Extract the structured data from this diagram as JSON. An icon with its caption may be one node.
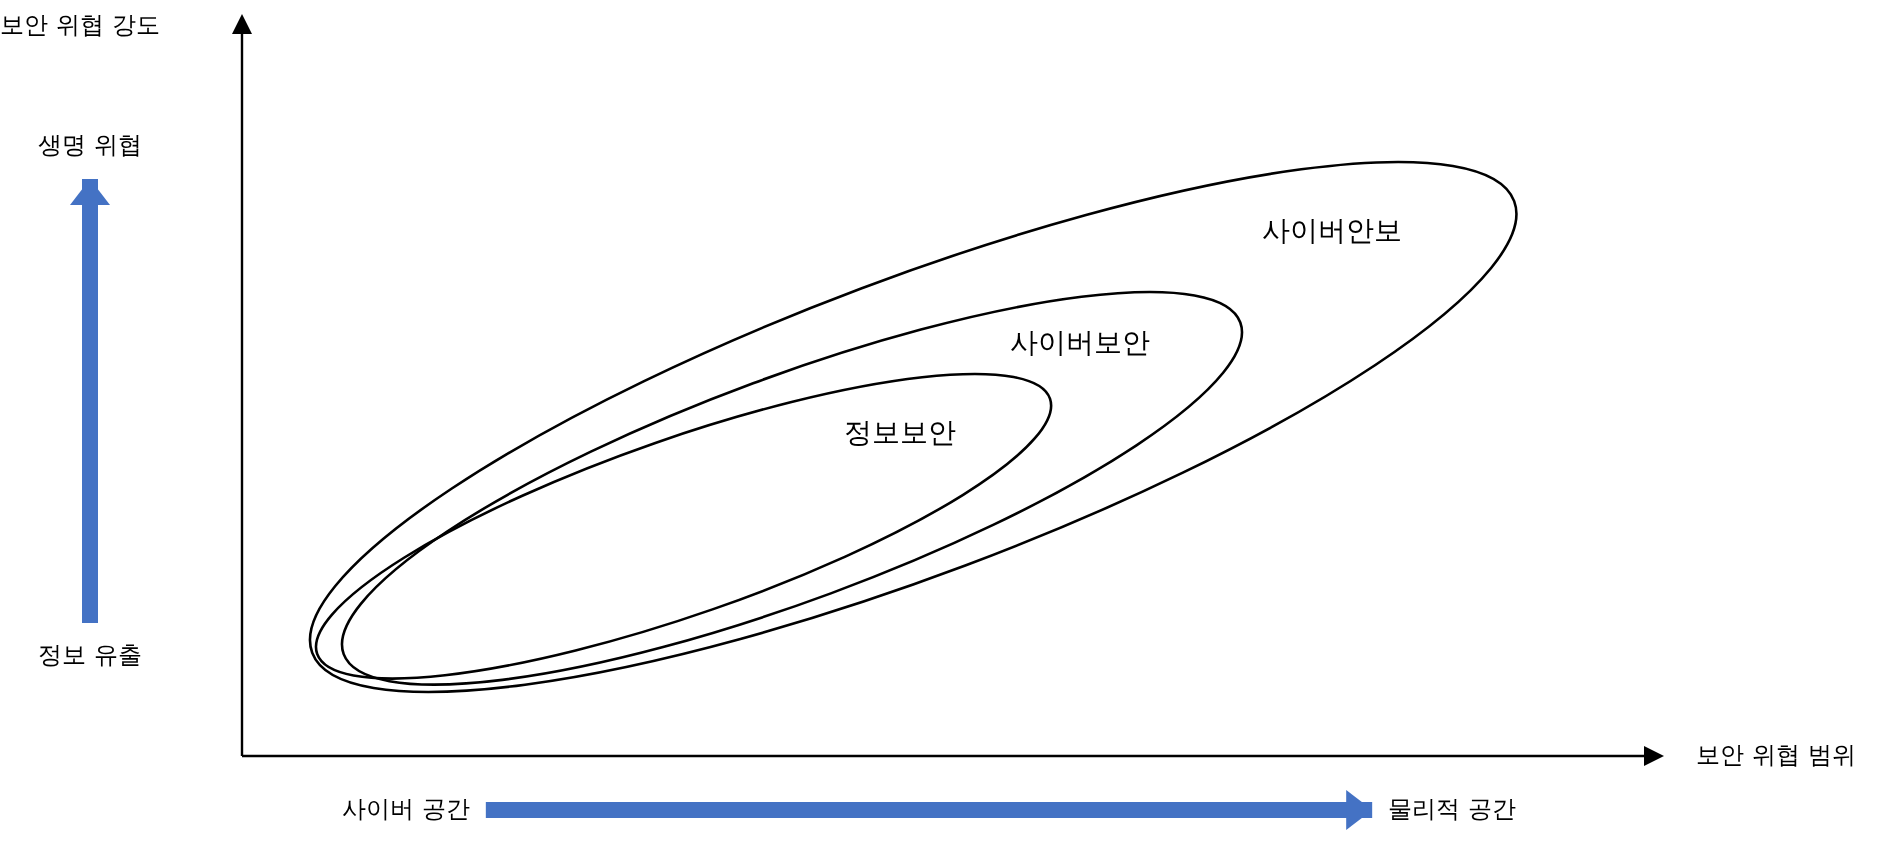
{
  "diagram": {
    "nodes": [
      {
        "text": [
          "생명 위협"
        ]
      },
      {
        "text": [
          "정보 유출"
        ]
      },
      {
        "text": [
          "사이버안보"
        ]
      },
      {
        "text": [
          "사이버보안"
        ],
        "in": 2
      },
      {
        "text": [
          "정보보안"
        ],
        "in": 3
      },
      {
        "text": [
          "사이버 공간"
        ]
      },
      {
        "text": [
          "물리적 공간"
        ]
      }
    ],
    "edges": [
      {
        "from": 1,
        "to": 0,
        "arrow": "to"
      },
      {
        "from": 5,
        "to": 6,
        "arrow": "to"
      }
    ],
    "labels": [
      "보안 위협 강도",
      "보안 위협 범위"
    ]
  }
}
